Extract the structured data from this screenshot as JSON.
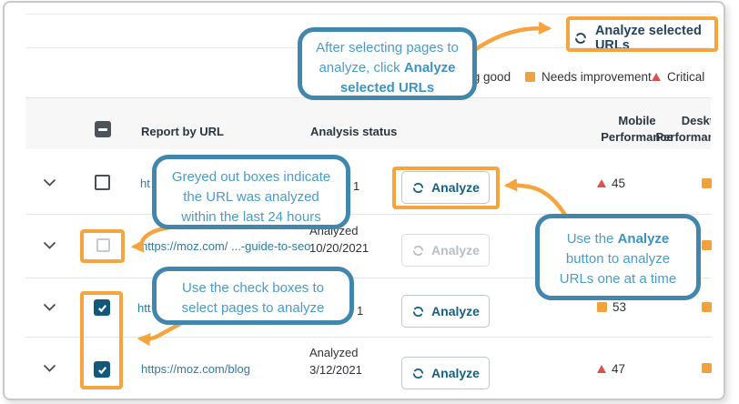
{
  "toolbar": {
    "analyze_selected": "Analyze selected URLs"
  },
  "legend": {
    "good": "Looking good",
    "needs_improvement": "Needs improvement",
    "critical": "Critical"
  },
  "table": {
    "headers": {
      "report_by_url": "Report by URL",
      "analysis_status": "Analysis status",
      "mobile_l1": "Mobile",
      "mobile_l2": "Performance",
      "desktop_l1": "Desktop",
      "desktop_l2": "Performance"
    },
    "rows": [
      {
        "checkbox": "unchecked",
        "url_fragment": "ht",
        "status_fragment": "1",
        "button_label": "Analyze",
        "button_state": "enabled",
        "mobile_icon": "critical-triangle",
        "mobile_value": "45",
        "desktop_icon": "needs-improvement-square"
      },
      {
        "checkbox": "greyed",
        "url": "https://moz.com/ ...-guide-to-seo",
        "status_line1": "Analyzed",
        "status_line2": "10/20/2021",
        "button_label": "Analyze",
        "button_state": "disabled",
        "desktop_icon": "needs-improvement-square"
      },
      {
        "checkbox": "checked",
        "url_fragment": "htt",
        "status_fragment": "1",
        "button_label": "Analyze",
        "button_state": "enabled",
        "mobile_icon": "needs-improvement-square",
        "mobile_value": "53",
        "desktop_icon": "needs-improvement-square"
      },
      {
        "checkbox": "checked",
        "url": "https://moz.com/blog",
        "status_line1": "Analyzed",
        "status_line2": "3/12/2021",
        "button_label": "Analyze",
        "button_state": "enabled",
        "mobile_icon": "critical-triangle",
        "mobile_value": "47",
        "desktop_icon": "needs-improvement-square"
      }
    ]
  },
  "callouts": {
    "select_then_analyze": {
      "l1": "After selecting pages to",
      "l2_normal": "analyze, click ",
      "l2_bold": "Analyze",
      "l3_bold": "selected URLs"
    },
    "greyed_boxes": {
      "l1": "Greyed out boxes indicate",
      "l2": "the URL was analyzed",
      "l3": "within the last 24 hours"
    },
    "use_checkboxes": {
      "l1": "Use the check boxes to",
      "l2": "select pages to analyze"
    },
    "use_analyze_button": {
      "l1_normal": "Use the ",
      "l1_bold": "Analyze",
      "l2": "button to analyze",
      "l3": "URLs one at a time"
    }
  },
  "icons": {
    "refresh": "circular-two-arrows",
    "critical": "▲",
    "needs_improvement": "■",
    "good": "●",
    "chevron_down": "⌄",
    "checkbox_checked": "✓",
    "select_all_indeterminate": "–"
  },
  "colors": {
    "highlight_orange": "#F5A43E",
    "callout_border_blue": "#4187AD",
    "callout_text_blue": "#4A9CC7",
    "link_teal": "#2B7DA1",
    "button_teal": "#17607F",
    "toolbar_navy": "#24435C",
    "critical_red": "#D9534F",
    "warning_orange": "#F0A33C",
    "good_green": "#3FA54A",
    "checkbox_checked_fill": "#12587A",
    "header_band_bg": "#F7F7F7"
  }
}
